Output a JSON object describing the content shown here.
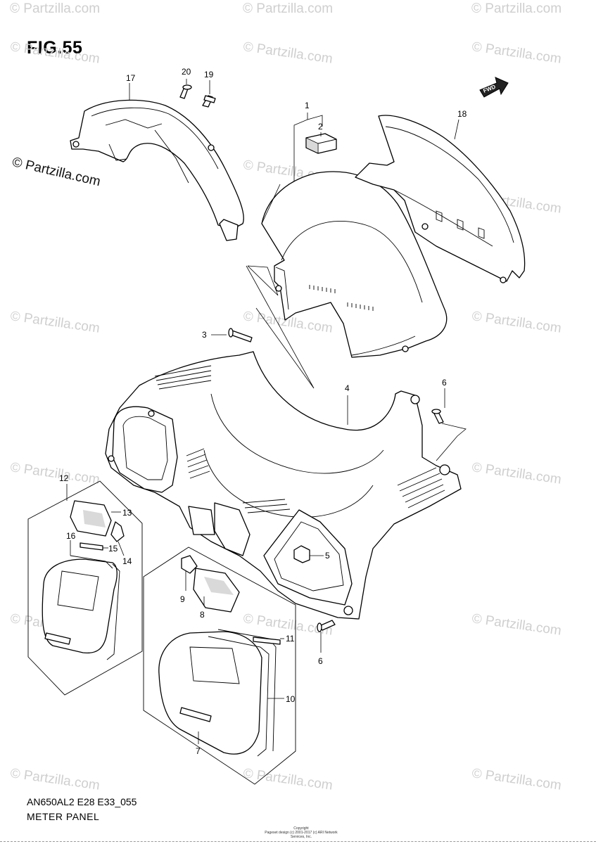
{
  "figure": {
    "title": "FIG.55",
    "model_code": "AN650AL2 E28 E33_055",
    "section_title": "METER PANEL",
    "copyright_line1": "Copyright",
    "copyright_line2": "Pageset design (c) 2001-2017 (c) ARI Network Services, Inc."
  },
  "branding": {
    "stamp": "© Partzilla.com",
    "watermark": "© Partzilla.com",
    "direction_badge": "FWD"
  },
  "callouts": [
    {
      "id": "c1",
      "label": "1"
    },
    {
      "id": "c2",
      "label": "2"
    },
    {
      "id": "c3",
      "label": "3"
    },
    {
      "id": "c4",
      "label": "4"
    },
    {
      "id": "c5",
      "label": "5"
    },
    {
      "id": "c6a",
      "label": "6"
    },
    {
      "id": "c6b",
      "label": "6"
    },
    {
      "id": "c7",
      "label": "7"
    },
    {
      "id": "c8",
      "label": "8"
    },
    {
      "id": "c9",
      "label": "9"
    },
    {
      "id": "c10",
      "label": "10"
    },
    {
      "id": "c11",
      "label": "11"
    },
    {
      "id": "c12",
      "label": "12"
    },
    {
      "id": "c13",
      "label": "13"
    },
    {
      "id": "c14",
      "label": "14"
    },
    {
      "id": "c15",
      "label": "15"
    },
    {
      "id": "c16",
      "label": "16"
    },
    {
      "id": "c17",
      "label": "17"
    },
    {
      "id": "c18",
      "label": "18"
    },
    {
      "id": "c19",
      "label": "19"
    },
    {
      "id": "c20",
      "label": "20"
    }
  ]
}
